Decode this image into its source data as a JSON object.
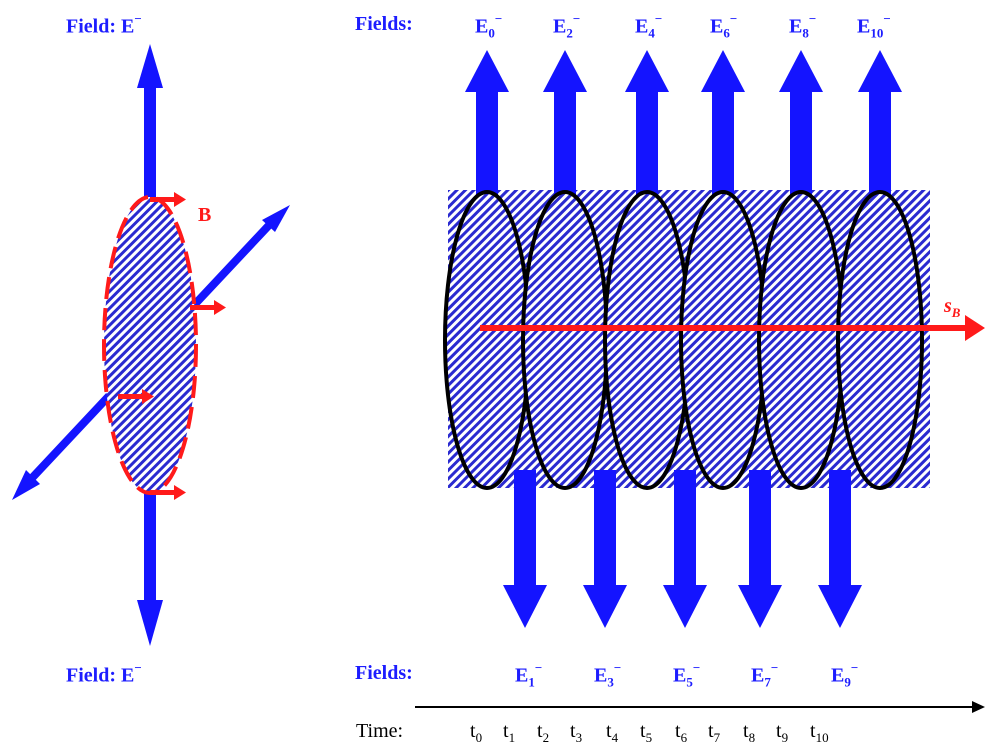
{
  "left_panel": {
    "top_label": "Field: E",
    "top_label_sup": "−",
    "bottom_label": "Field: E",
    "bottom_label_sup": "−",
    "b_label": "B"
  },
  "right_panel": {
    "top_fields_label": "Fields:",
    "bottom_fields_label": "Fields:",
    "top_fields": [
      {
        "base": "E",
        "sub": "0",
        "sup": "−"
      },
      {
        "base": "E",
        "sub": "2",
        "sup": "−"
      },
      {
        "base": "E",
        "sub": "4",
        "sup": "−"
      },
      {
        "base": "E",
        "sub": "6",
        "sup": "−"
      },
      {
        "base": "E",
        "sub": "8",
        "sup": "−"
      },
      {
        "base": "E",
        "sub": "10",
        "sup": "−"
      }
    ],
    "bottom_fields": [
      {
        "base": "E",
        "sub": "1",
        "sup": "−"
      },
      {
        "base": "E",
        "sub": "3",
        "sup": "−"
      },
      {
        "base": "E",
        "sub": "5",
        "sup": "−"
      },
      {
        "base": "E",
        "sub": "7",
        "sup": "−"
      },
      {
        "base": "E",
        "sub": "9",
        "sup": "−"
      }
    ],
    "sb_label": "s",
    "sb_sub": "B"
  },
  "timeline": {
    "label": "Time:",
    "ticks": [
      {
        "base": "t",
        "sub": "0"
      },
      {
        "base": "t",
        "sub": "1"
      },
      {
        "base": "t",
        "sub": "2"
      },
      {
        "base": "t",
        "sub": "3"
      },
      {
        "base": "t",
        "sub": "4"
      },
      {
        "base": "t",
        "sub": "5"
      },
      {
        "base": "t",
        "sub": "6"
      },
      {
        "base": "t",
        "sub": "7"
      },
      {
        "base": "t",
        "sub": "8"
      },
      {
        "base": "t",
        "sub": "9"
      },
      {
        "base": "t",
        "sub": "10"
      }
    ]
  },
  "colors": {
    "field_blue": "#1414ff",
    "b_red": "#ff1a1a",
    "outline_black": "#000000"
  }
}
